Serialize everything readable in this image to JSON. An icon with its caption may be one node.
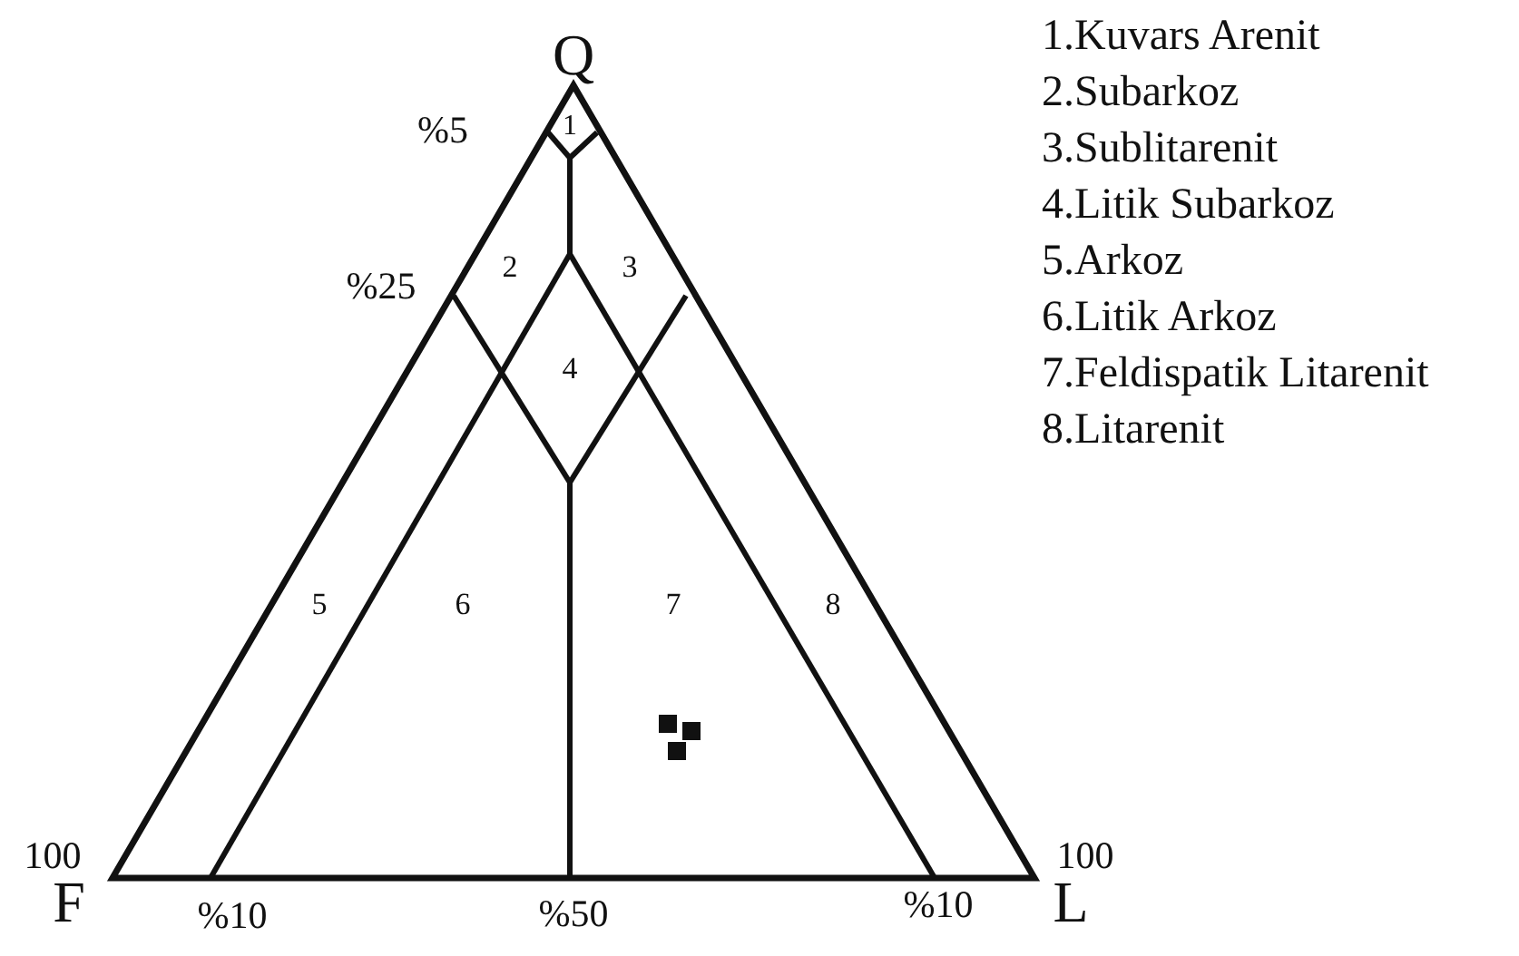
{
  "diagram": {
    "labels": [
      "Q",
      "%5",
      "1",
      "%25",
      "2",
      "3",
      "4",
      "5",
      "6",
      "7",
      "8",
      "100",
      "F",
      "%10",
      "%50",
      "%10",
      "100",
      "L",
      "1.Kuvars Arenit",
      "2.Subarkoz",
      "3.Sublitarenit",
      "4.Litik Subarkoz",
      "5.Arkoz",
      "6.Litik Arkoz",
      "7.Feldispatik Litarenit",
      "8.Litarenit"
    ]
  }
}
